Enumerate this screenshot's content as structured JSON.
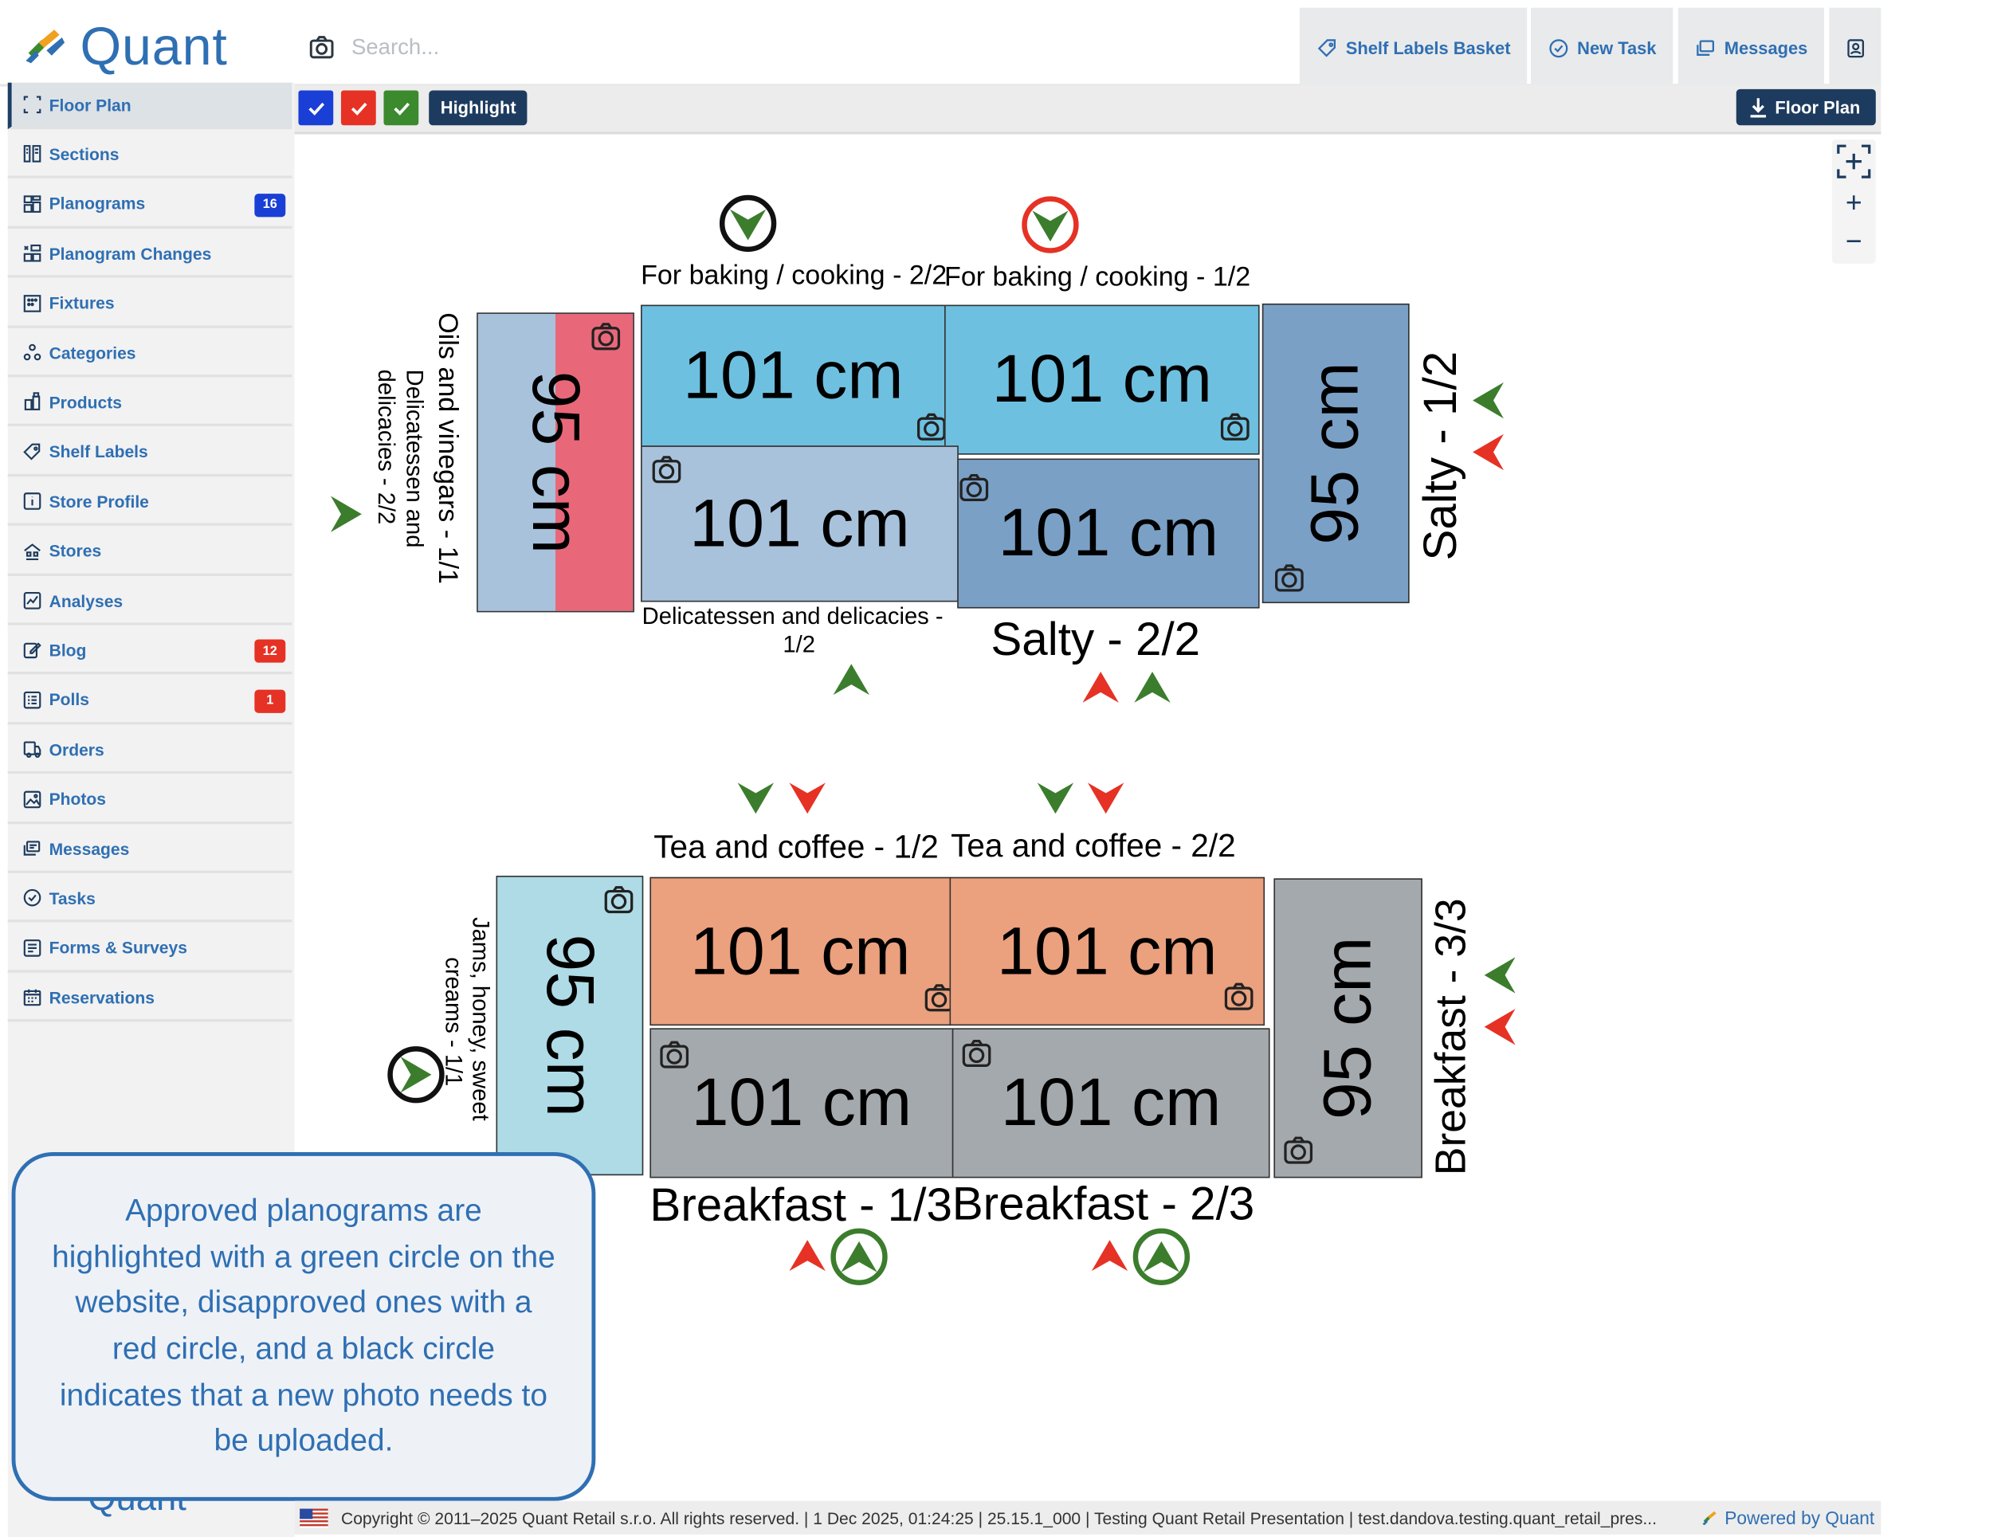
{
  "app": {
    "name": "Quant"
  },
  "search": {
    "placeholder": "Search..."
  },
  "header": {
    "shelf_labels_basket": "Shelf Labels Basket",
    "new_task": "New Task",
    "messages": "Messages"
  },
  "sidebar": {
    "items": [
      {
        "label": "Floor Plan",
        "icon": "floor-plan-icon",
        "active": true
      },
      {
        "label": "Sections",
        "icon": "sections-icon"
      },
      {
        "label": "Planograms",
        "icon": "planograms-icon",
        "badge": "16",
        "badge_color": "#1a3fd6"
      },
      {
        "label": "Planogram Changes",
        "icon": "planogram-changes-icon"
      },
      {
        "label": "Fixtures",
        "icon": "fixtures-icon"
      },
      {
        "label": "Categories",
        "icon": "categories-icon"
      },
      {
        "label": "Products",
        "icon": "products-icon"
      },
      {
        "label": "Shelf Labels",
        "icon": "tag-icon"
      },
      {
        "label": "Store Profile",
        "icon": "info-icon"
      },
      {
        "label": "Stores",
        "icon": "stores-icon"
      },
      {
        "label": "Analyses",
        "icon": "chart-icon"
      },
      {
        "label": "Blog",
        "icon": "edit-icon",
        "badge": "12",
        "badge_color": "#e53225"
      },
      {
        "label": "Polls",
        "icon": "polls-icon",
        "badge": "1",
        "badge_color": "#e53225"
      },
      {
        "label": "Orders",
        "icon": "orders-icon"
      },
      {
        "label": "Photos",
        "icon": "photos-icon"
      },
      {
        "label": "Messages",
        "icon": "messages-icon"
      },
      {
        "label": "Tasks",
        "icon": "tasks-icon"
      },
      {
        "label": "Forms & Surveys",
        "icon": "forms-icon"
      },
      {
        "label": "Reservations",
        "icon": "calendar-icon"
      }
    ]
  },
  "toolbar": {
    "filters": [
      {
        "color": "#1a3fd6",
        "checked": true
      },
      {
        "color": "#e53225",
        "checked": true
      },
      {
        "color": "#3b8a2e",
        "checked": true
      }
    ],
    "highlight": "Highlight",
    "download_floor_plan": "Floor Plan"
  },
  "zoom": {
    "plus": "+",
    "minus": "−"
  },
  "floor_plan": {
    "colors": {
      "light_blue": "#6ec0e0",
      "pale_blue": "#a8c2dc",
      "mid_blue": "#7aa0c6",
      "pink": "#e8687a",
      "salmon": "#eba07e",
      "grey": "#a4a9ad",
      "pale_cyan": "#aedbe6",
      "approved": "#3b7d2c",
      "disapproved": "#e53225",
      "new_photo": "#111111"
    },
    "labels": {
      "baking_2": "For baking / cooking - 2/2",
      "baking_1": "For baking / cooking - 1/2",
      "oils": "Oils and vinegars - 1/1",
      "deli_2": "Delicatessen and delicacies - 2/2",
      "deli_1_line1": "Delicatessen and delicacies -",
      "deli_1_line2": "1/2",
      "salty_2": "Salty - 2/2",
      "salty_1": "Salty - 1/2",
      "tea_1": "Tea and coffee - 1/2",
      "tea_2": "Tea and coffee - 2/2",
      "jams_line1": "Jams, honey, sweet",
      "jams_line2": "creams - 1/1",
      "breakfast_1": "Breakfast - 1/3",
      "breakfast_2": "Breakfast - 2/3",
      "breakfast_3": "Breakfast - 3/3"
    },
    "measures": {
      "w101": "101 cm",
      "w95": "95 cm"
    }
  },
  "tooltip": {
    "text": "Approved planograms are highlighted with a green circle on the website, disapproved ones with a red circle, and a black circle indicates that a new photo needs to be uploaded."
  },
  "footer": {
    "text": "Copyright © 2011–2025 Quant Retail s.r.o. All rights reserved. | 1 Dec 2025, 01:24:25 | 25.15.1_000 | Testing Quant Retail Presentation | test.dandova.testing.quant_retail_pres...",
    "powered": "Powered by Quant",
    "partial_logo": "Quant"
  }
}
